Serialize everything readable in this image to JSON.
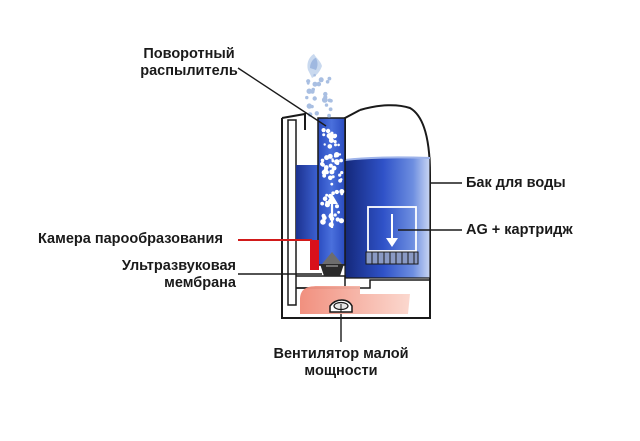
{
  "labels": {
    "nozzle_line1": "Поворотный",
    "nozzle_line2": "распылитель",
    "tank": "Бак для воды",
    "cartridge": "AG + картридж",
    "chamber": "Камера парообразования",
    "membrane_line1": "Ультразвуковая",
    "membrane_line2": "мембрана",
    "fan_line1": "Вентилятор малой",
    "fan_line2": "мощности"
  },
  "colors": {
    "water_dark": "#14287a",
    "water_mid": "#2f52c8",
    "water_light": "#dfe7f7",
    "chamber_red": "#d8101a",
    "airflow_pink": "#f4a090",
    "outline": "#1a1a1a",
    "leader_red": "#d11a1a"
  }
}
